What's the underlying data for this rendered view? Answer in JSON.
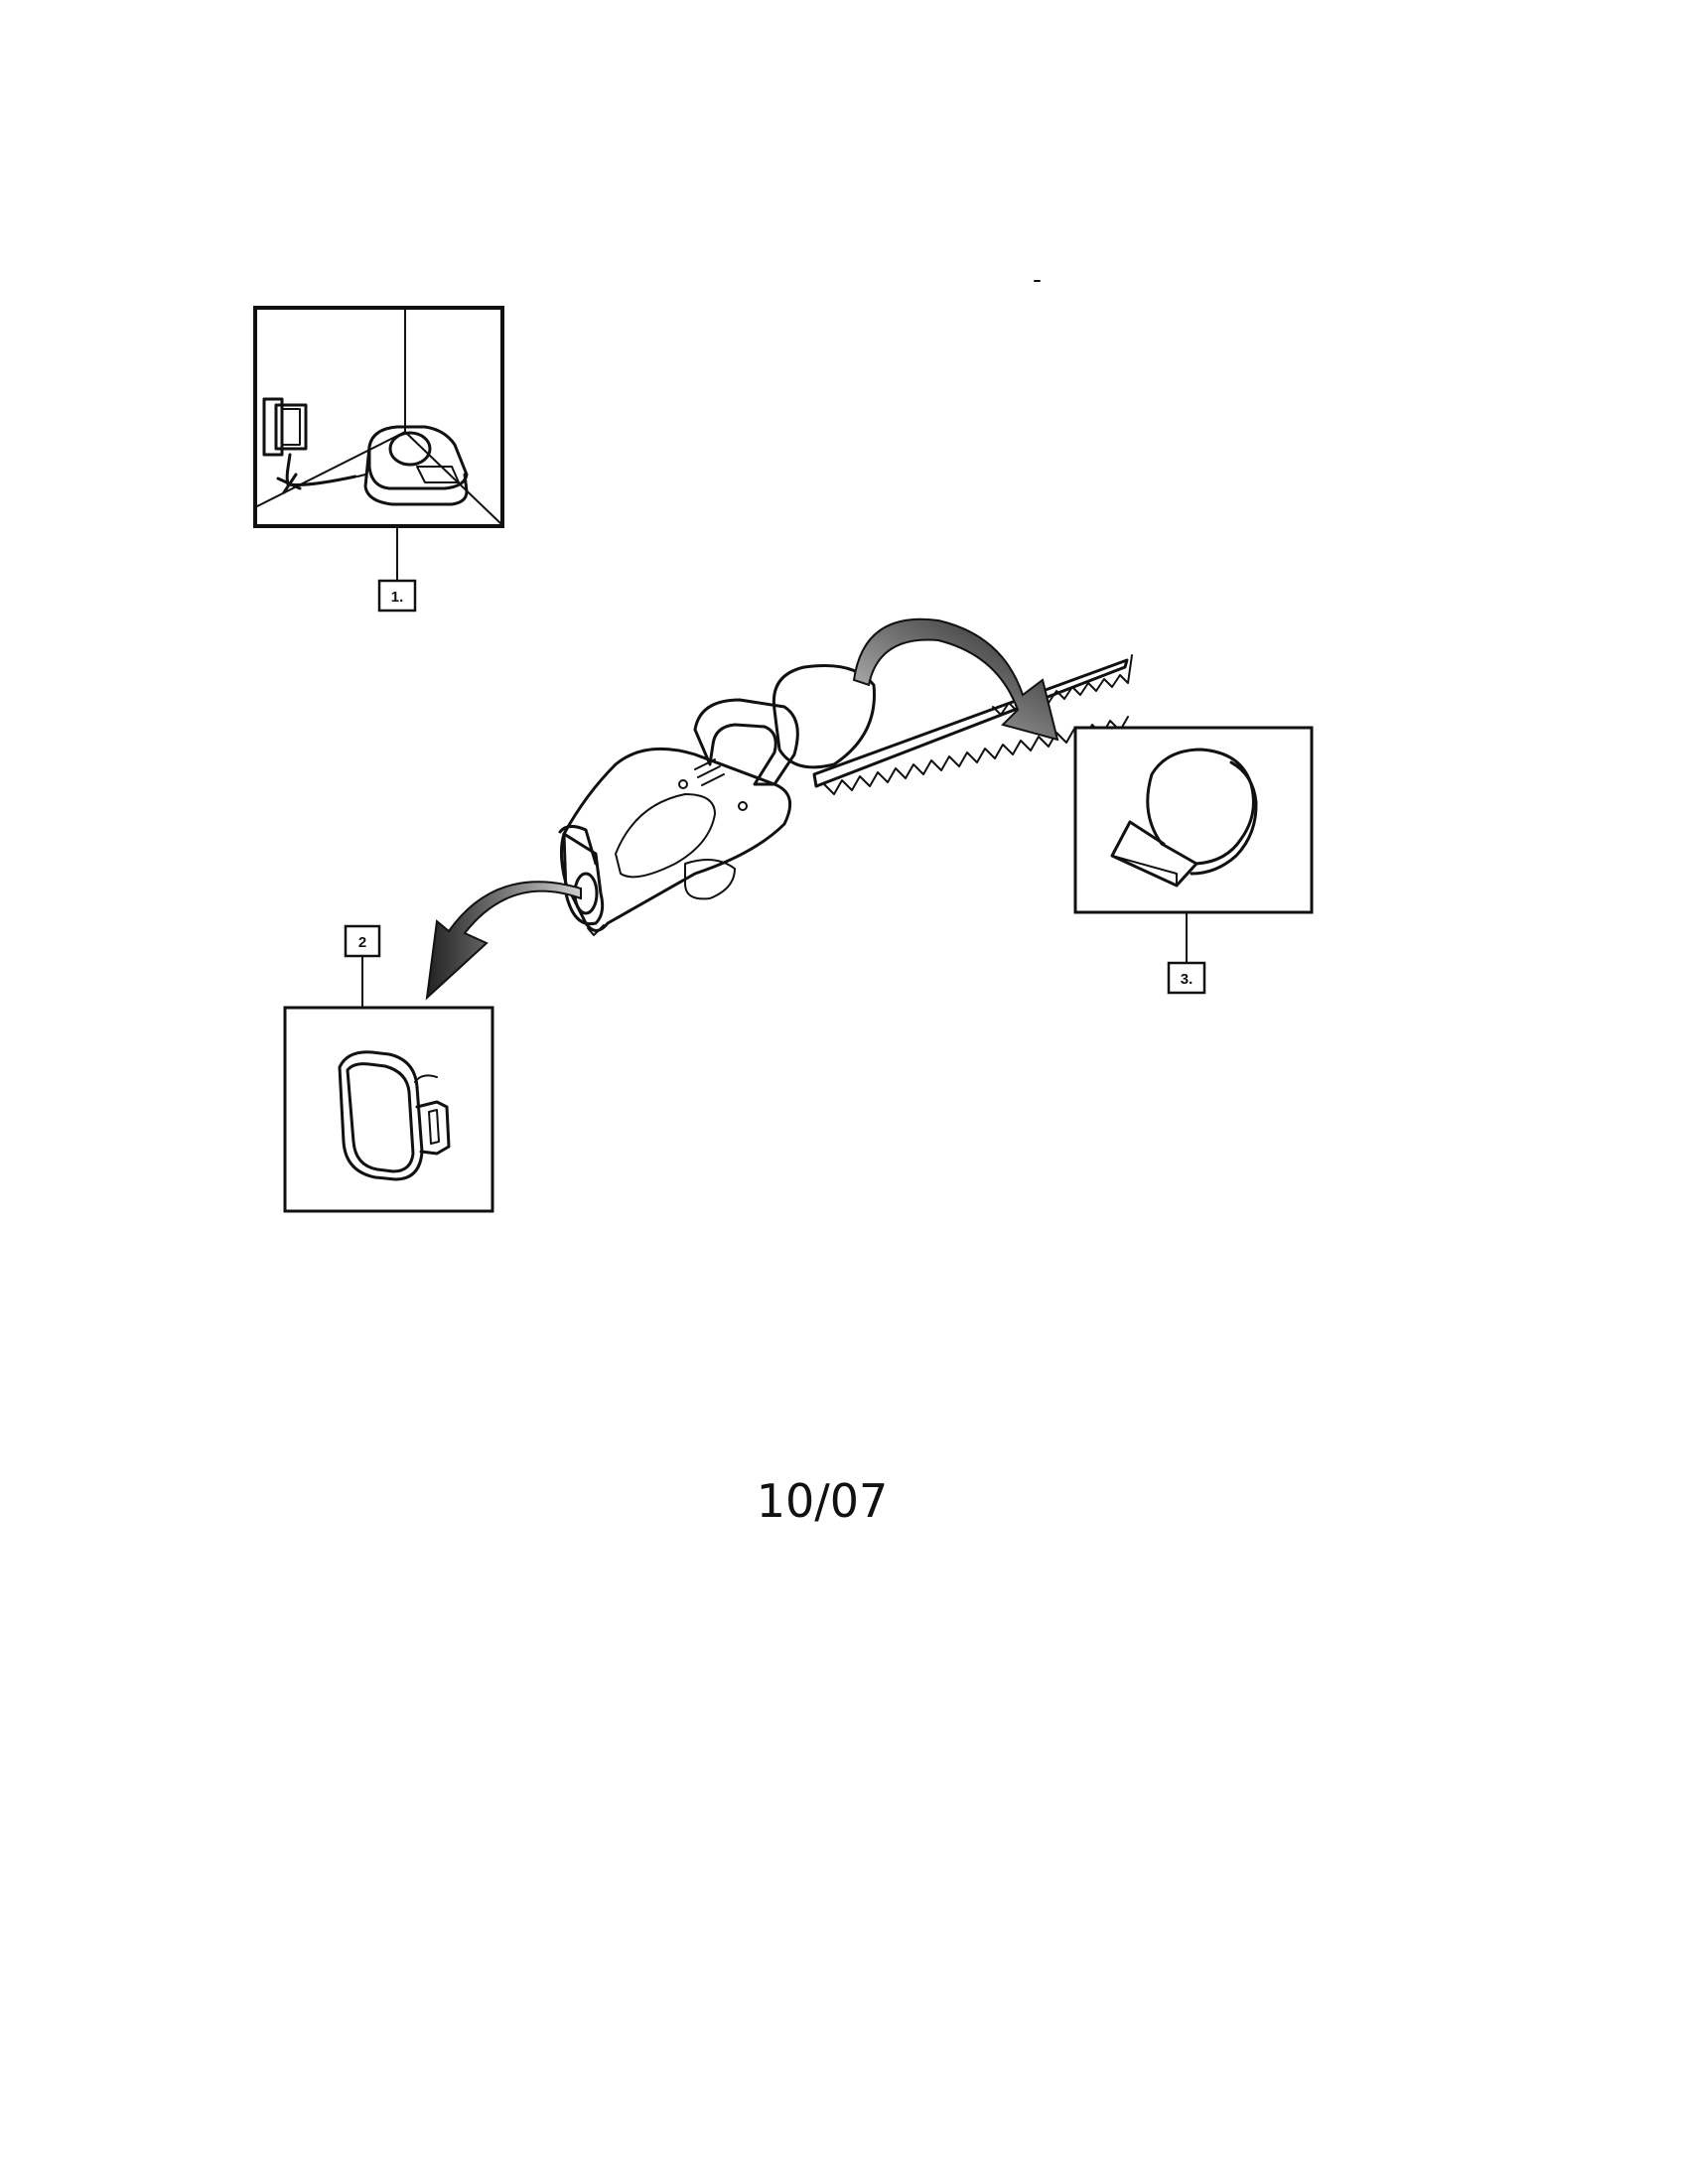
{
  "callouts": {
    "one": "1.",
    "two": "2",
    "three": "3."
  },
  "footer": {
    "date": "10/07"
  }
}
